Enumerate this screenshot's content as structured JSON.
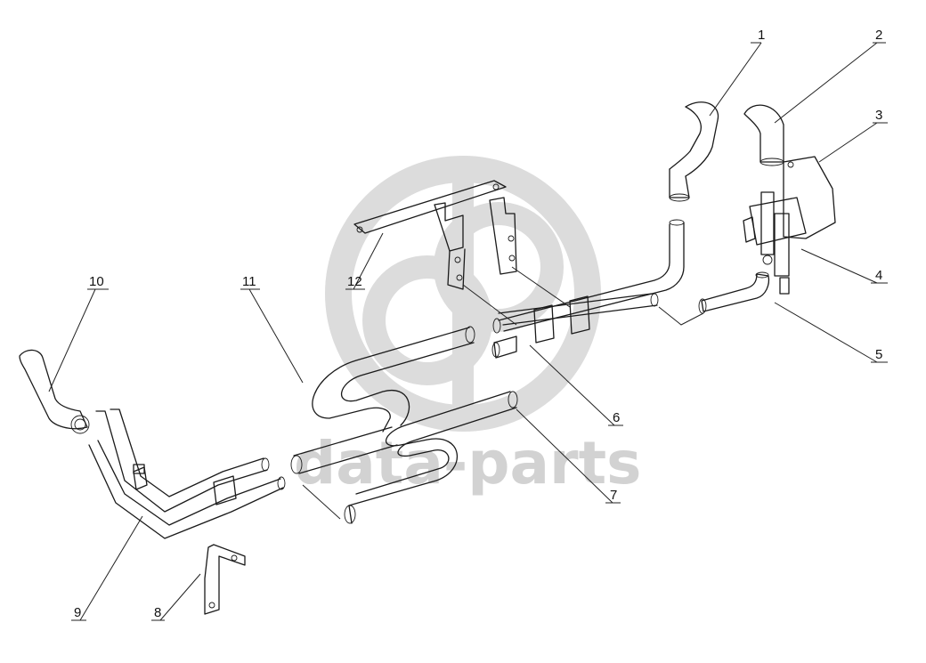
{
  "watermark": {
    "text": "data-parts",
    "color": "#d2d2d2"
  },
  "callouts": [
    {
      "id": "1",
      "text": "1"
    },
    {
      "id": "2",
      "text": "2"
    },
    {
      "id": "3",
      "text": "3"
    },
    {
      "id": "4",
      "text": "4"
    },
    {
      "id": "5",
      "text": "5"
    },
    {
      "id": "6",
      "text": "6"
    },
    {
      "id": "7",
      "text": "7"
    },
    {
      "id": "8",
      "text": "8"
    },
    {
      "id": "9",
      "text": "9"
    },
    {
      "id": "10",
      "text": "10"
    },
    {
      "id": "11",
      "text": "11"
    },
    {
      "id": "12",
      "text": "12"
    }
  ]
}
